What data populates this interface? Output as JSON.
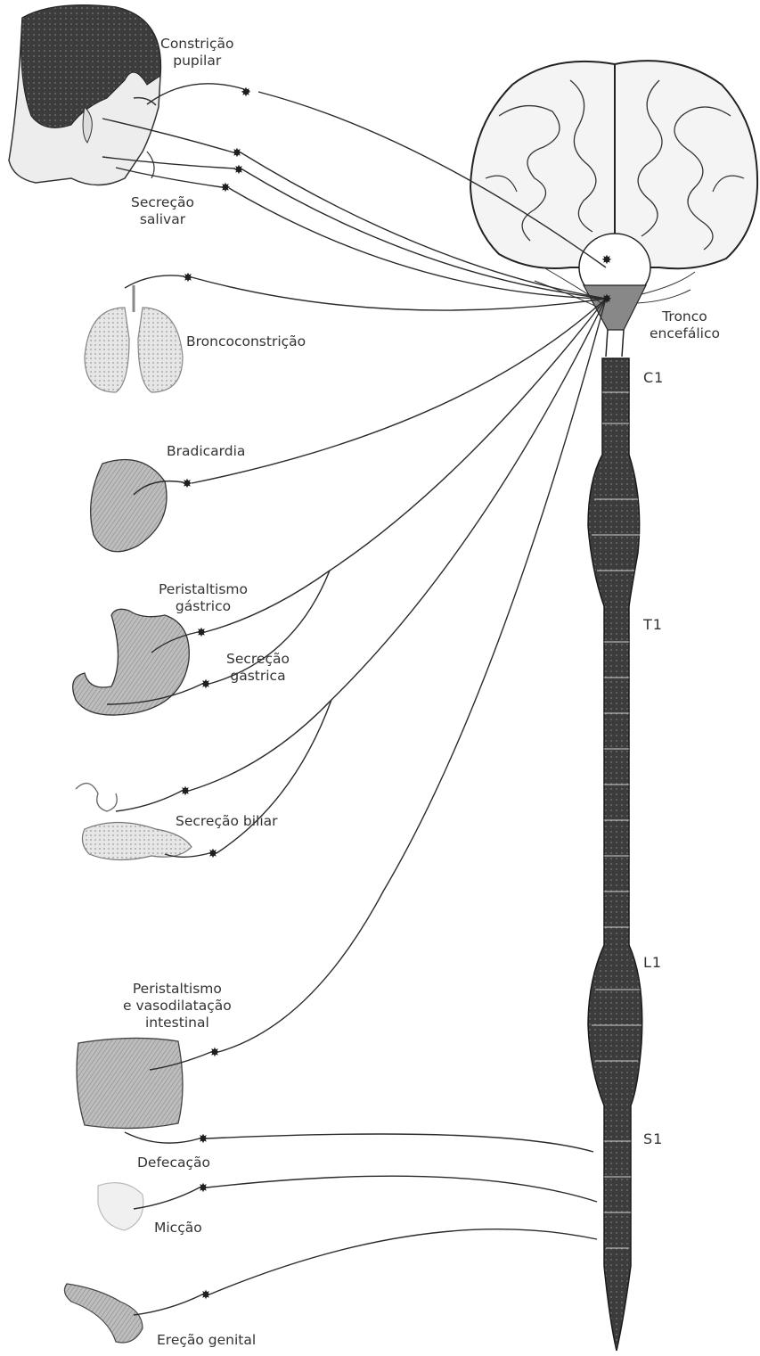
{
  "labels": {
    "constricao": [
      "Constrição",
      "pupilar"
    ],
    "secrecao_salivar": [
      "Secreção",
      "salivar"
    ],
    "bronco": "Broncoconstrição",
    "bradicardia": "Bradicardia",
    "peristaltismo_gastrico": [
      "Peristaltismo",
      "gástrico"
    ],
    "secrecao_gastrica": [
      "Secreção",
      "gástrica"
    ],
    "secrecao_biliar": "Secreção biliar",
    "intestinal": [
      "Peristaltismo",
      "e vasodilatação",
      "intestinal"
    ],
    "defecacao": "Defecação",
    "miccao": "Micção",
    "erecao": "Ereção genital",
    "tronco": [
      "Tronco",
      "encefálico"
    ]
  },
  "segments": {
    "c1": "C1",
    "t1": "T1",
    "l1": "L1",
    "s1": "S1"
  },
  "colors": {
    "ink": "#2b2b2b",
    "cord": "#3a3a3a",
    "organ_fill": "#9a9a9a",
    "light_fill": "#d9d9d9"
  }
}
